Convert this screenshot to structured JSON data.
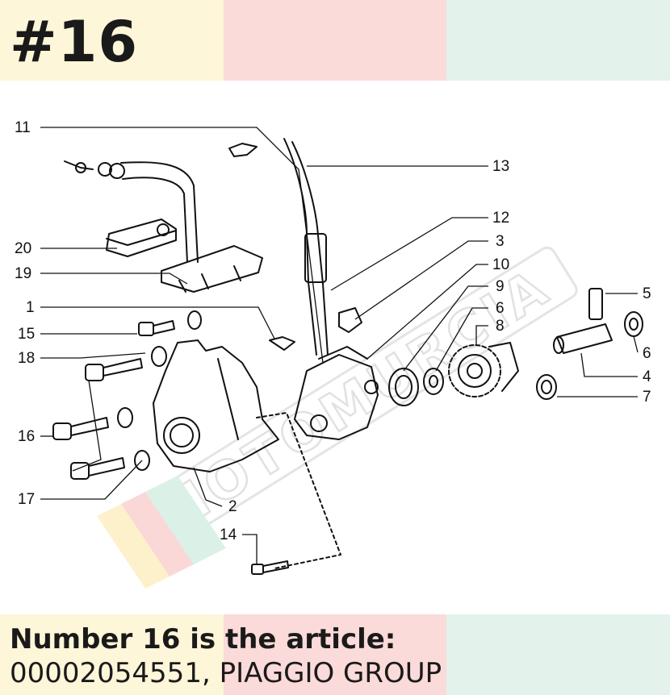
{
  "header": {
    "title": "#16",
    "band_colors": [
      "#fdf6d8",
      "#fbdada",
      "#e3f3ec"
    ]
  },
  "footer": {
    "line1": "Number 16 is the article:",
    "line2": "00002054551, PIAGGIO GROUP",
    "band_colors": [
      "#fdf6d8",
      "#fbdada",
      "#e3f3ec"
    ]
  },
  "diagram": {
    "callouts": [
      "1",
      "2",
      "3",
      "4",
      "5",
      "6",
      "6",
      "7",
      "8",
      "9",
      "10",
      "11",
      "12",
      "13",
      "14",
      "15",
      "16",
      "17",
      "18",
      "19",
      "20"
    ],
    "watermark_colors": [
      "#fbe7a0",
      "#f6b9b9",
      "#bfe6d4"
    ]
  }
}
